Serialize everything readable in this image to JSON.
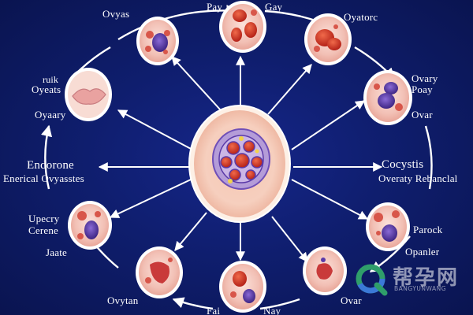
{
  "labels": {
    "top_left": "Ovyas",
    "top_center_left": "Pay",
    "top_center_right": "Gay",
    "top_right": "Oyatorc",
    "left_upper_1": "ruik",
    "left_upper_2": "Oyeats",
    "left_upper_3": "Oyaary",
    "right_upper_1": "Ovary",
    "right_upper_2": "Poay",
    "right_upper_3": "Ovar",
    "left_mid_1": "Endorone",
    "left_mid_2": "Enerical Ovyasstes",
    "right_mid_1": "Cocystis",
    "right_mid_2": "Overaty Rebanclal",
    "left_lower_1": "Upecry",
    "left_lower_2": "Cerene",
    "left_lower_3": "Jaate",
    "right_lower_1": "Parock",
    "right_lower_2": "Opanler",
    "bottom_left": "Ovytan",
    "bottom_center_left": "Fai",
    "bottom_center_right": "Nay",
    "bottom_right": "Ovar"
  },
  "watermark": {
    "chinese": "帮孕网",
    "latin": "BANGYUNWANG"
  },
  "colors": {
    "background": "#0f1e6e",
    "arrow": "#ffffff",
    "cell_fill": "#f6c9c0",
    "center_ring": "#f3d2c2",
    "nucleus": "#5b3aa8",
    "red_cell": "#d83a2a"
  }
}
